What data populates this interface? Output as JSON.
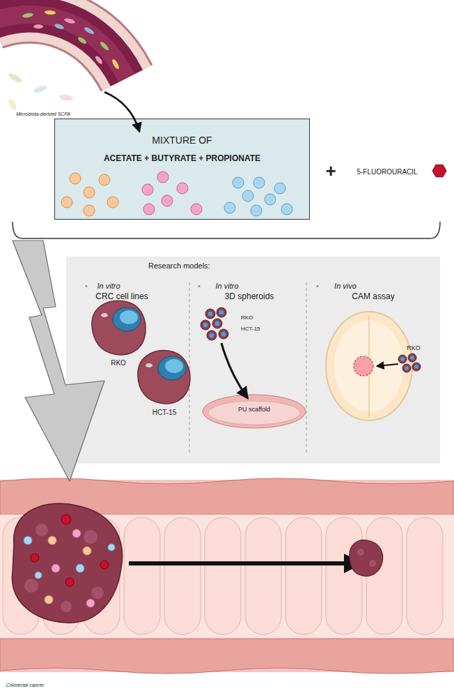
{
  "diagram": {
    "nodes": [
      {
        "text": [
          "MIXTURE OF",
          "ACETATE + BUTYRATE + PROPIONATE"
        ]
      },
      {
        "text": [
          "Research models:"
        ]
      },
      {
        "text": [
          "PU scaffold"
        ],
        "in": 1
      }
    ],
    "labels": [
      "Microbiota-derived SCFA",
      "+",
      "5-FLUOROURACIL",
      "•",
      "In vitro",
      "CRC cell lines",
      "RKO",
      "HCT-15",
      "•",
      "In vitro",
      "3D spheroids",
      "RKO",
      "HCT-15",
      "•",
      "In vivo",
      "CAM assay",
      "RKO",
      "Colorectal cancer"
    ]
  }
}
